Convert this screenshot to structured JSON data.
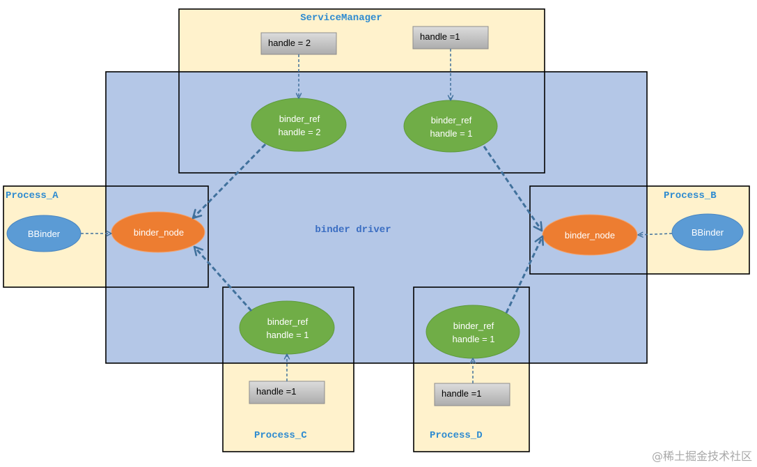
{
  "diagram": {
    "service_manager": {
      "title": "ServiceManager",
      "handle_left": "handle = 2",
      "handle_right": "handle =1"
    },
    "binder_driver": {
      "label": "binder driver",
      "refs": [
        {
          "name": "binder_ref",
          "handle": "handle = 2"
        },
        {
          "name": "binder_ref",
          "handle": "handle = 1"
        },
        {
          "name": "binder_ref",
          "handle": "handle = 1"
        },
        {
          "name": "binder_ref",
          "handle": "handle = 1"
        }
      ],
      "nodes": [
        "binder_node",
        "binder_node"
      ]
    },
    "process_a": {
      "title": "Process_A",
      "object": "BBinder"
    },
    "process_b": {
      "title": "Process_B",
      "object": "BBinder"
    },
    "process_c": {
      "title": "Process_C",
      "handle": "handle =1"
    },
    "process_d": {
      "title": "Process_D",
      "handle": "handle =1"
    }
  },
  "colors": {
    "process_fill": "#fff2cc",
    "driver_fill": "#b4c7e7",
    "ref_fill": "#70ad47",
    "node_fill": "#ed7d31",
    "bbinder_fill": "#5b9bd5",
    "handle_box_top": "#dcdcdc",
    "handle_box_bottom": "#adadad",
    "label_text": "#2e8bd0",
    "driver_text": "#3a6dc2",
    "arrow": "#41719c",
    "watermark": "#a8a8a8"
  },
  "watermark": "@稀土掘金技术社区"
}
